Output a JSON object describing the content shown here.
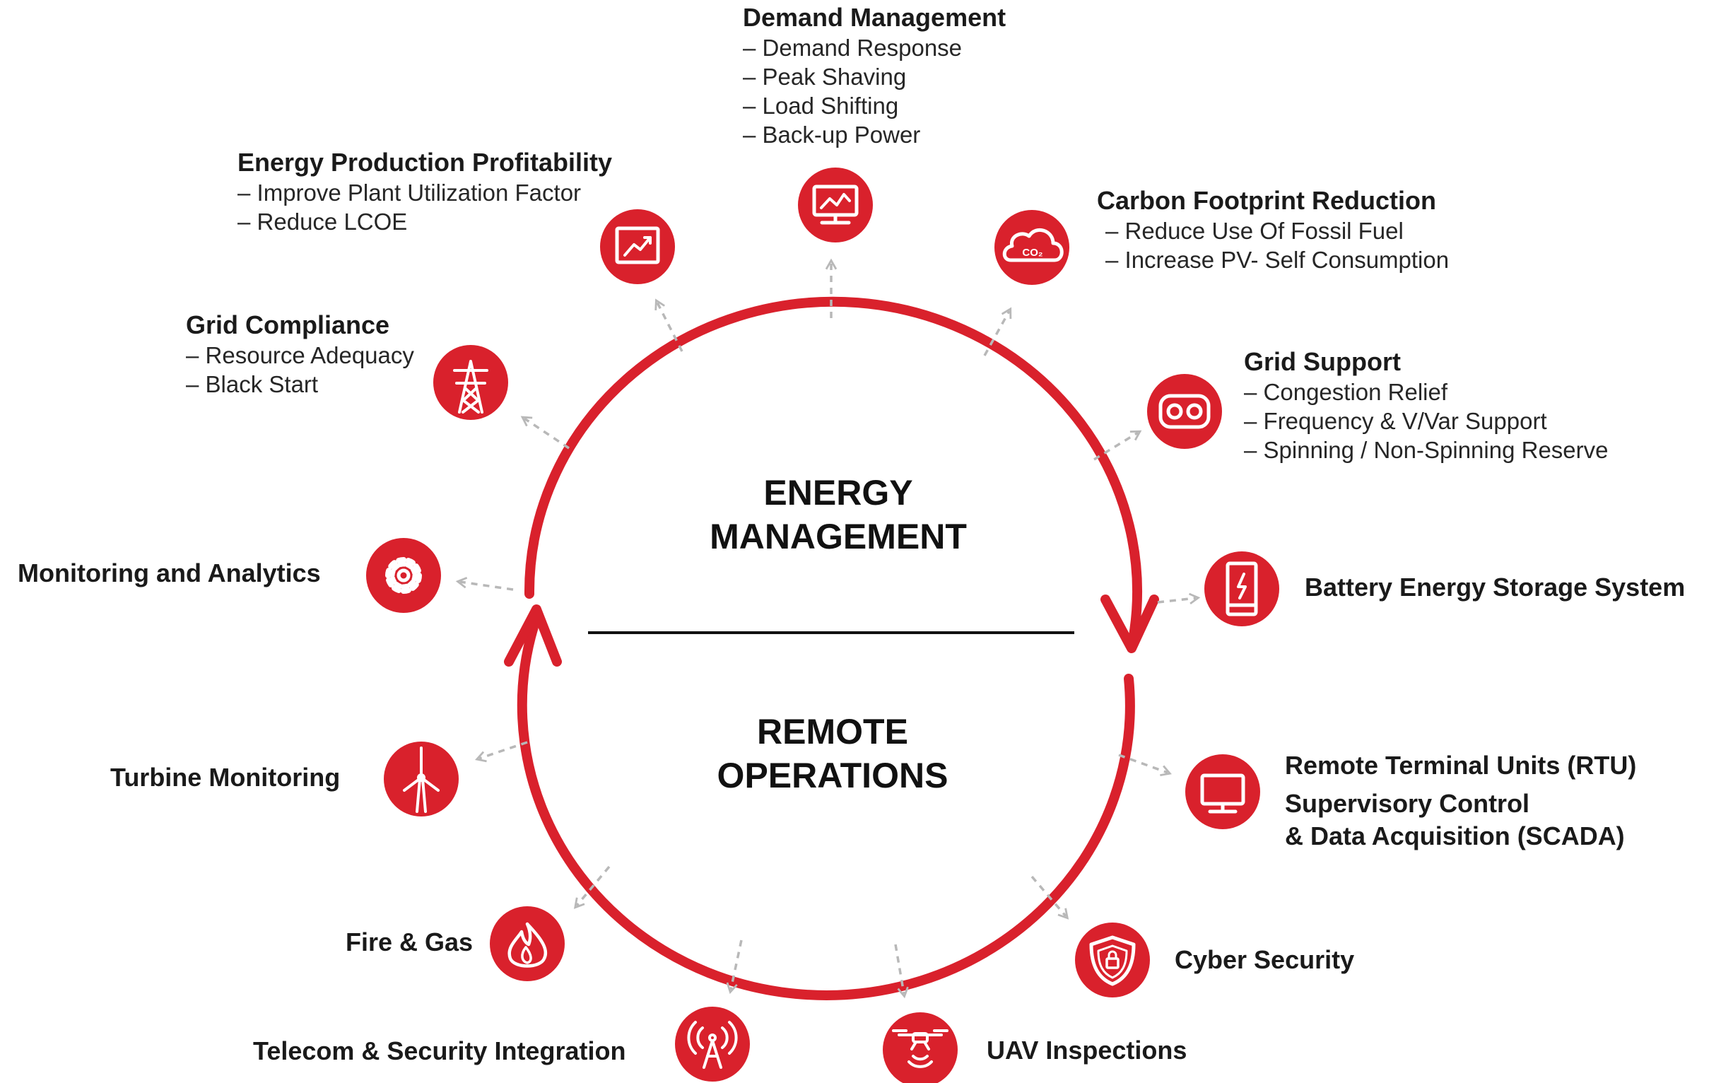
{
  "center": {
    "top": [
      "ENERGY",
      "MANAGEMENT"
    ],
    "bottom": [
      "REMOTE",
      "OPERATIONS"
    ]
  },
  "colors": {
    "accent": "#d9212c",
    "text": "#1a1a1a",
    "arrow": "#b8b8b8"
  },
  "nodes": {
    "demand": {
      "title": "Demand Management",
      "icon": "monitor-chart-icon",
      "items": [
        "Demand Response",
        "Peak Shaving",
        "Load Shifting",
        "Back-up Power"
      ]
    },
    "profit": {
      "title": "Energy Production Profitability",
      "icon": "trend-chart-icon",
      "items": [
        "Improve Plant Utilization Factor",
        "Reduce LCOE"
      ]
    },
    "carbon": {
      "title": "Carbon Footprint Reduction",
      "icon": "co2-cloud-icon",
      "items": [
        "Reduce Use Of Fossil Fuel",
        "Increase PV- Self Consumption"
      ]
    },
    "compliance": {
      "title": "Grid Compliance",
      "icon": "transmission-tower-icon",
      "items": [
        "Resource Adequacy",
        "Black Start"
      ]
    },
    "support": {
      "title": "Grid Support",
      "icon": "meter-icon",
      "items": [
        "Congestion Relief",
        "Frequency & V/Var Support",
        "Spinning / Non-Spinning Reserve"
      ]
    },
    "monitoring": {
      "title": "Monitoring and Analytics",
      "icon": "gear-icon"
    },
    "battery": {
      "title": "Battery Energy Storage System",
      "icon": "battery-icon"
    },
    "turbine": {
      "title": "Turbine Monitoring",
      "icon": "wind-turbine-icon"
    },
    "rtu": {
      "lines": [
        "Remote Terminal Units (RTU)",
        "Supervisory Control",
        "& Data Acquisition (SCADA)"
      ],
      "icon": "computer-icon"
    },
    "fire": {
      "title": "Fire & Gas",
      "icon": "flame-icon"
    },
    "cyber": {
      "title": "Cyber Security",
      "icon": "shield-lock-icon"
    },
    "telecom": {
      "title": "Telecom & Security Integration",
      "icon": "antenna-icon"
    },
    "uav": {
      "title": "UAV Inspections",
      "icon": "drone-icon"
    }
  }
}
